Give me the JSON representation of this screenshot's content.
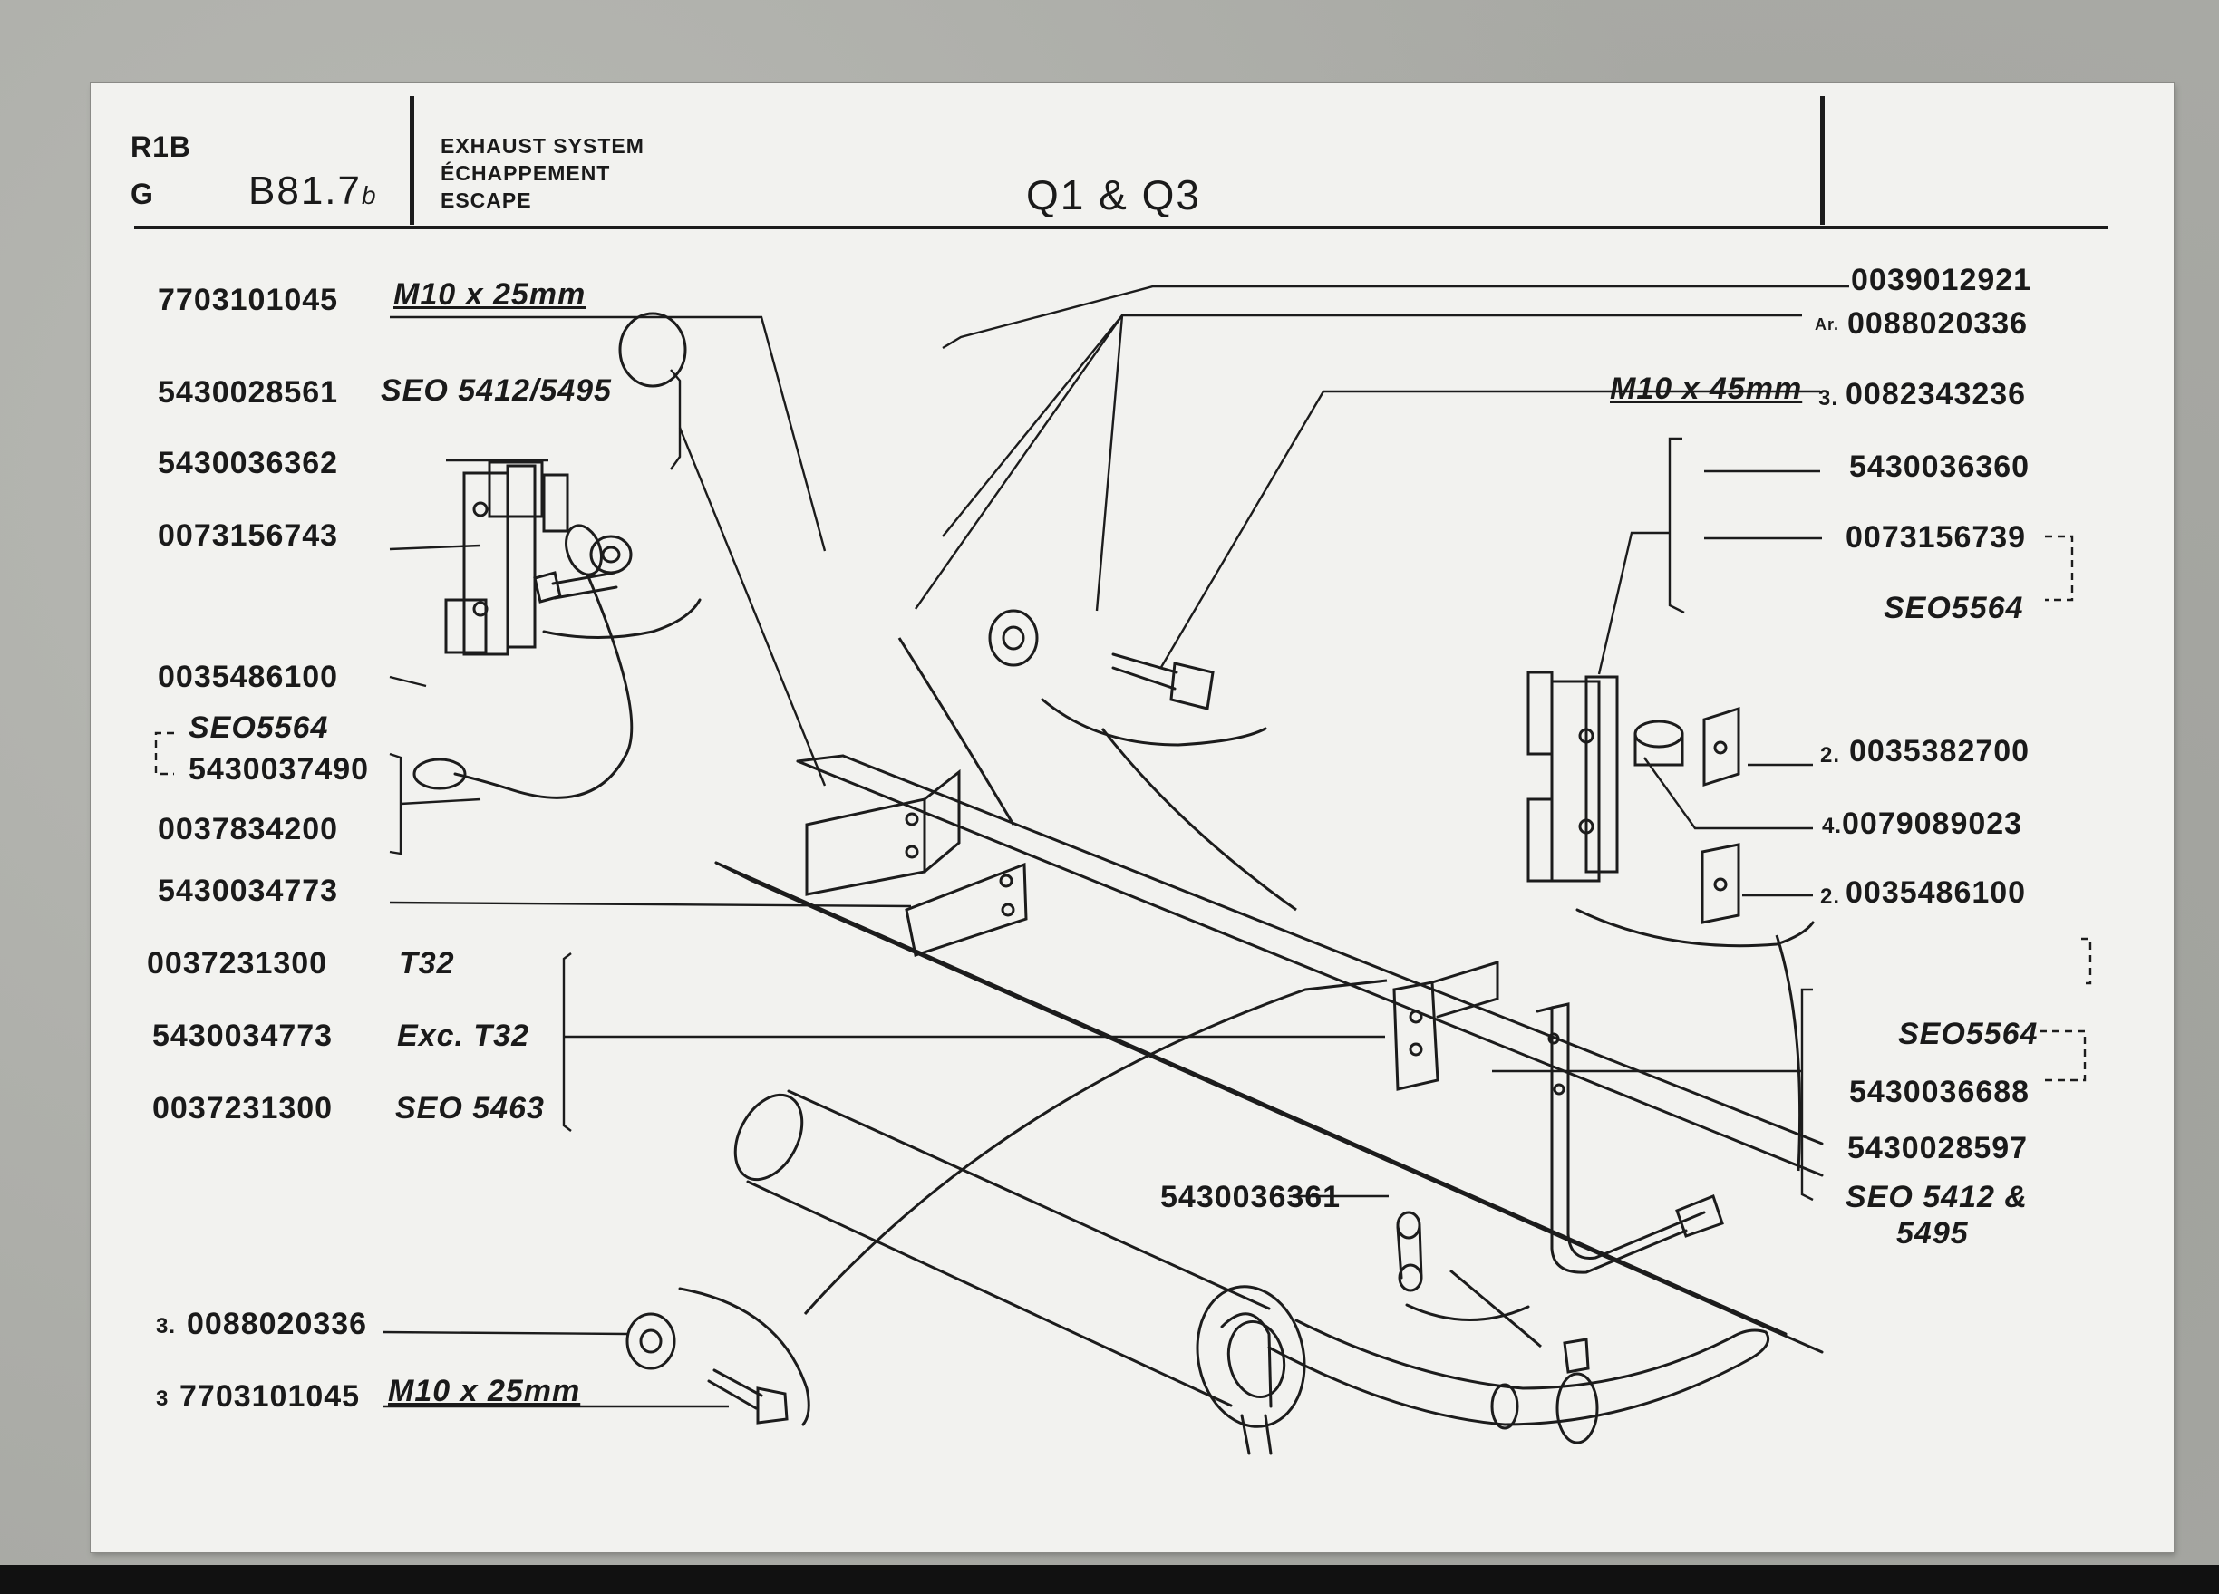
{
  "header": {
    "code_top": "R1B",
    "code_bottom": "G",
    "page_ref": "B81.7",
    "page_ref_suffix": "b",
    "title_en": "EXHAUST SYSTEM",
    "title_fr": "ÉCHAPPEMENT",
    "title_es": "ESCAPE",
    "models": "Q1 & Q3"
  },
  "labels": {
    "p_7703101045": "7703101045",
    "spec_m10x25_top": "M10 x 25mm",
    "p_5430028561": "5430028561",
    "spec_seo_5412_5495": "SEO 5412/5495",
    "p_5430036362": "5430036362",
    "p_0073156743": "0073156743",
    "p_0035486100_left": "0035486100",
    "seo5564_left": "SEO5564",
    "p_5430037490": "5430037490",
    "p_0037834200": "0037834200",
    "p_5430034773": "5430034773",
    "p_0037231300_t32": "0037231300",
    "spec_t32": "T32",
    "p_5430034773_exc": "5430034773",
    "spec_exc_t32": "Exc. T32",
    "p_0037231300_seo": "0037231300",
    "spec_seo_5463": "SEO 5463",
    "prefix_3_nut": "3.",
    "p_0088020336_bottom": "0088020336",
    "prefix_3_bolt": "3",
    "p_7703101045_bottom": "7703101045",
    "spec_m10x25_bottom": "M10 x 25mm",
    "p_0039012921": "0039012921",
    "prefix_ar": "Ar.",
    "p_0088020336_top": "0088020336",
    "spec_m10x45": "M10 x 45mm",
    "prefix_3_right": "3.",
    "p_0082343236": "0082343236",
    "p_5430036360": "5430036360",
    "p_0073156739": "0073156739",
    "seo5564_right": "SEO5564",
    "prefix_2_a": "2.",
    "p_0035382700": "0035382700",
    "prefix_4": "4.",
    "p_0079089023": "0079089023",
    "prefix_2_b": "2.",
    "p_0035486100_right": "0035486100",
    "seo5564_right2": "SEO5564",
    "p_5430036688": "5430036688",
    "p_5430028597": "5430028597",
    "seo_5412_and": "SEO 5412 &",
    "seo_5495": "5495",
    "p_5430036361": "5430036361"
  },
  "colors": {
    "ink": "#1c1c1c",
    "paper": "#f2f2ef",
    "background": "#a8a9a4"
  }
}
